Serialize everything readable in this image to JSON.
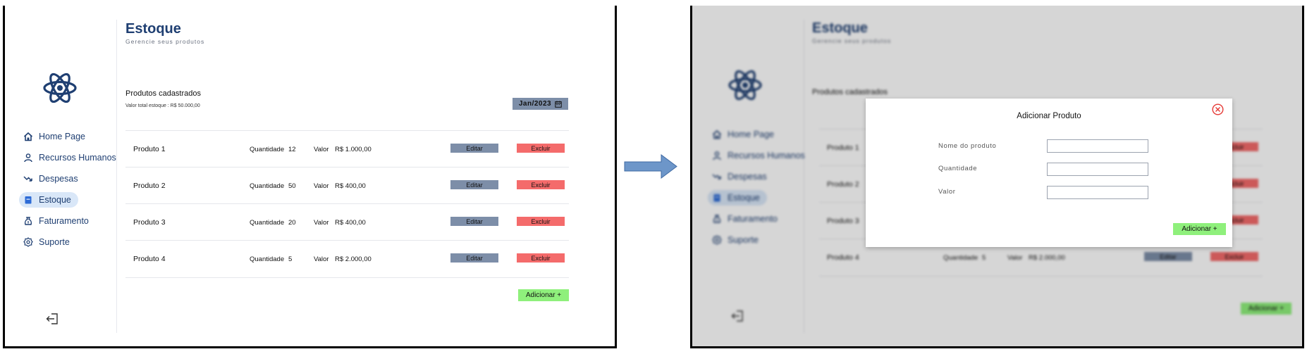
{
  "app": {
    "title": "Estoque",
    "subtitle": "Gerencie seus produtos"
  },
  "sidebar": {
    "items": [
      {
        "label": "Home Page",
        "icon": "home-icon",
        "active": false
      },
      {
        "label": "Recursos Humanos",
        "icon": "user-icon",
        "active": false
      },
      {
        "label": "Despesas",
        "icon": "trending-down-icon",
        "active": false
      },
      {
        "label": "Estoque",
        "icon": "box-icon",
        "active": true
      },
      {
        "label": "Faturamento",
        "icon": "money-bag-icon",
        "active": false
      },
      {
        "label": "Suporte",
        "icon": "support-badge-icon",
        "active": false
      }
    ],
    "logo_icon": "react-atom-icon",
    "logout_icon": "logout-icon"
  },
  "products": {
    "title": "Produtos cadastrados",
    "total": "Valor total estoque : R$ 50.000,00",
    "month": "Jan/2023",
    "month_icon": "calendar-icon",
    "qty_label": "Quantidade",
    "value_label": "Valor",
    "edit_label": "Editar",
    "delete_label": "Excluir",
    "rows": [
      {
        "name": "Produto 1",
        "qty": "12",
        "value": "R$ 1.000,00"
      },
      {
        "name": "Produto 2",
        "qty": "50",
        "value": "R$ 400,00"
      },
      {
        "name": "Produto 3",
        "qty": "20",
        "value": "R$ 400,00"
      },
      {
        "name": "Produto 4",
        "qty": "5",
        "value": "R$ 2.000,00"
      }
    ],
    "add_label": "Adicionar +"
  },
  "modal": {
    "title": "Adicionar Produto",
    "close_icon": "close-circle-icon",
    "fields": [
      {
        "label": "Nome do produto",
        "value": ""
      },
      {
        "label": "Quantidade",
        "value": ""
      },
      {
        "label": "Valor",
        "value": ""
      }
    ],
    "add_label": "Adicionar +"
  },
  "colors": {
    "primary": "#1f3f72",
    "active_bg": "#d9e7f8",
    "edit": "#7d8ea8",
    "delete": "#f46b6b",
    "add": "#8ff07c",
    "arrow": "#6d96c9",
    "close": "#e53935"
  }
}
